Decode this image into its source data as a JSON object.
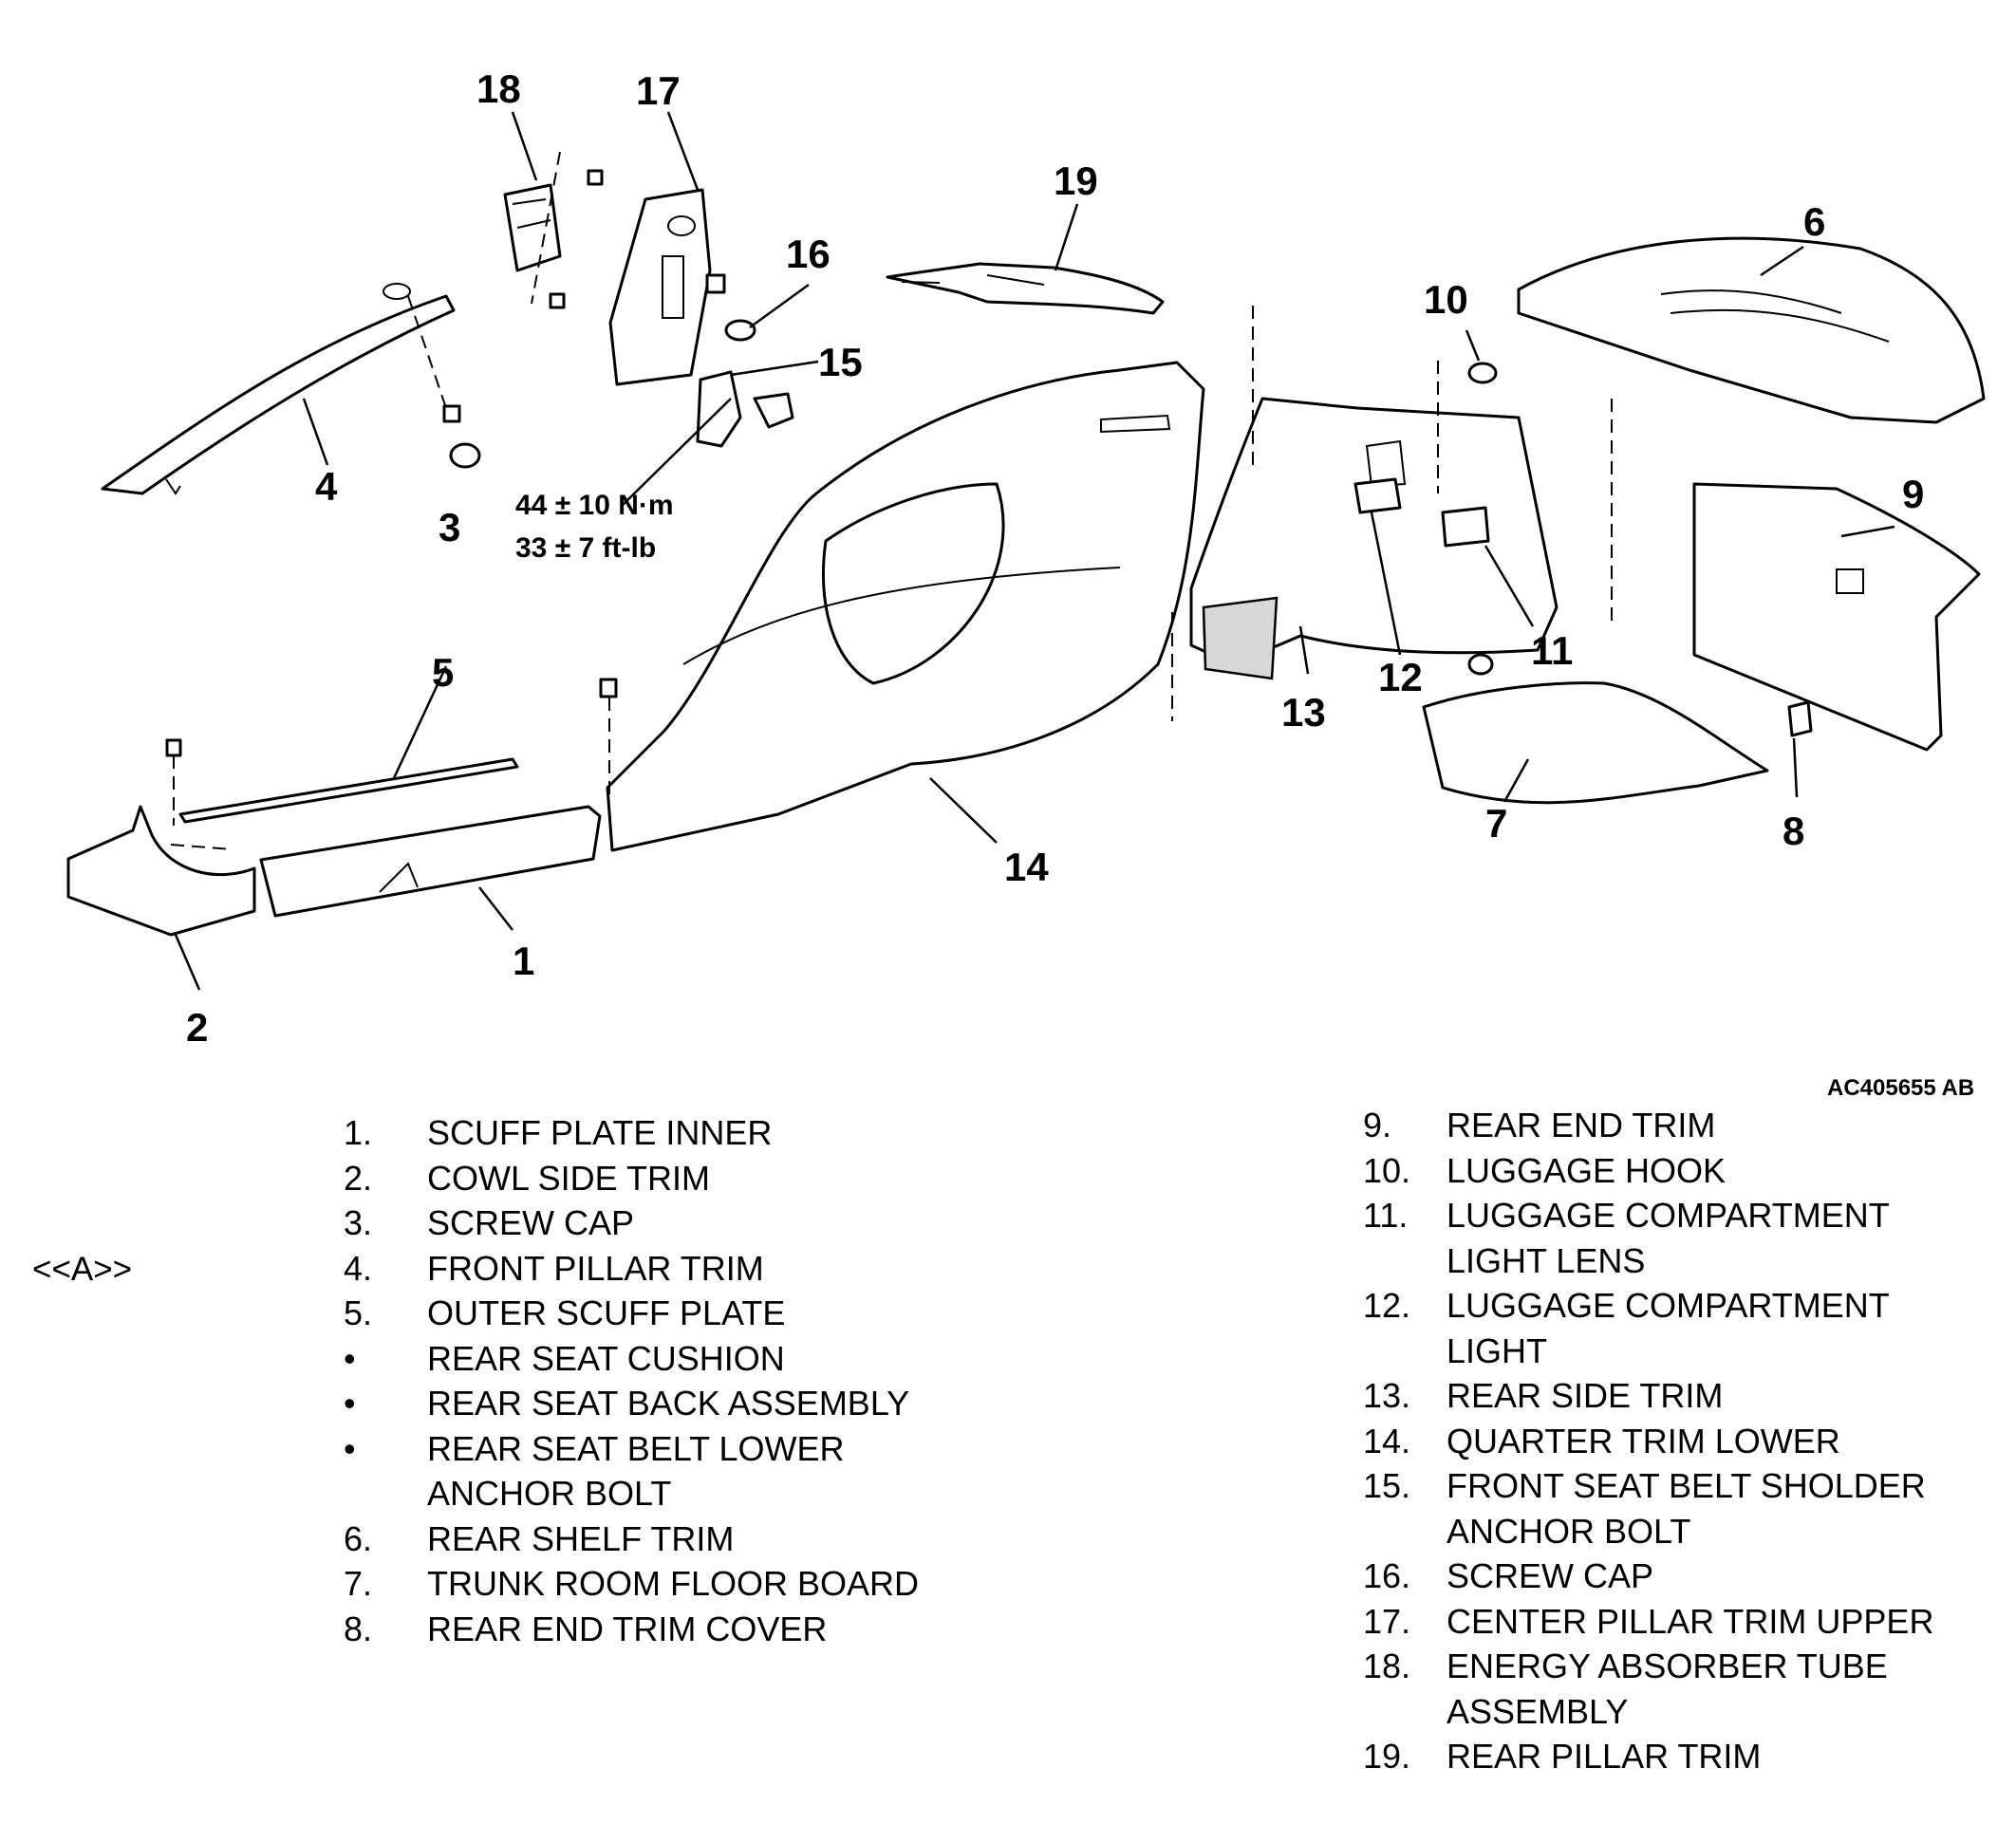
{
  "figure_id": "AC405655 AB",
  "torque_spec": [
    "44 ± 10 N·m",
    "33 ± 7 ft-lb"
  ],
  "section_marker": "<<A>>",
  "callouts": [
    "1",
    "2",
    "3",
    "4",
    "5",
    "6",
    "7",
    "8",
    "9",
    "10",
    "11",
    "12",
    "13",
    "14",
    "15",
    "16",
    "17",
    "18",
    "19"
  ],
  "legend_left": [
    {
      "num": "1.",
      "lines": [
        "SCUFF PLATE INNER"
      ]
    },
    {
      "num": "2.",
      "lines": [
        "COWL SIDE TRIM"
      ]
    },
    {
      "num": "3.",
      "lines": [
        "SCREW CAP"
      ]
    },
    {
      "num": "4.",
      "lines": [
        "FRONT PILLAR TRIM"
      ]
    },
    {
      "num": "5.",
      "lines": [
        "OUTER SCUFF PLATE"
      ]
    },
    {
      "num": "•",
      "lines": [
        "REAR SEAT CUSHION"
      ]
    },
    {
      "num": "•",
      "lines": [
        "REAR SEAT BACK ASSEMBLY"
      ]
    },
    {
      "num": "•",
      "lines": [
        "REAR SEAT BELT LOWER",
        "ANCHOR BOLT"
      ]
    },
    {
      "num": "6.",
      "lines": [
        "REAR SHELF TRIM"
      ]
    },
    {
      "num": "7.",
      "lines": [
        "TRUNK ROOM FLOOR BOARD"
      ]
    },
    {
      "num": "8.",
      "lines": [
        "REAR END TRIM COVER"
      ]
    }
  ],
  "legend_right": [
    {
      "num": "9.",
      "lines": [
        "REAR END TRIM"
      ]
    },
    {
      "num": "10.",
      "lines": [
        "LUGGAGE HOOK"
      ]
    },
    {
      "num": "11.",
      "lines": [
        "LUGGAGE COMPARTMENT",
        "LIGHT LENS"
      ]
    },
    {
      "num": "12.",
      "lines": [
        "LUGGAGE COMPARTMENT",
        "LIGHT"
      ]
    },
    {
      "num": "13.",
      "lines": [
        "REAR SIDE TRIM"
      ]
    },
    {
      "num": "14.",
      "lines": [
        "QUARTER TRIM LOWER"
      ]
    },
    {
      "num": "15.",
      "lines": [
        "FRONT SEAT BELT SHOLDER",
        "ANCHOR BOLT"
      ]
    },
    {
      "num": "16.",
      "lines": [
        "SCREW CAP"
      ]
    },
    {
      "num": "17.",
      "lines": [
        "CENTER PILLAR TRIM UPPER"
      ]
    },
    {
      "num": "18.",
      "lines": [
        "ENERGY ABSORBER TUBE",
        "ASSEMBLY"
      ]
    },
    {
      "num": "19.",
      "lines": [
        "REAR PILLAR TRIM"
      ]
    }
  ]
}
